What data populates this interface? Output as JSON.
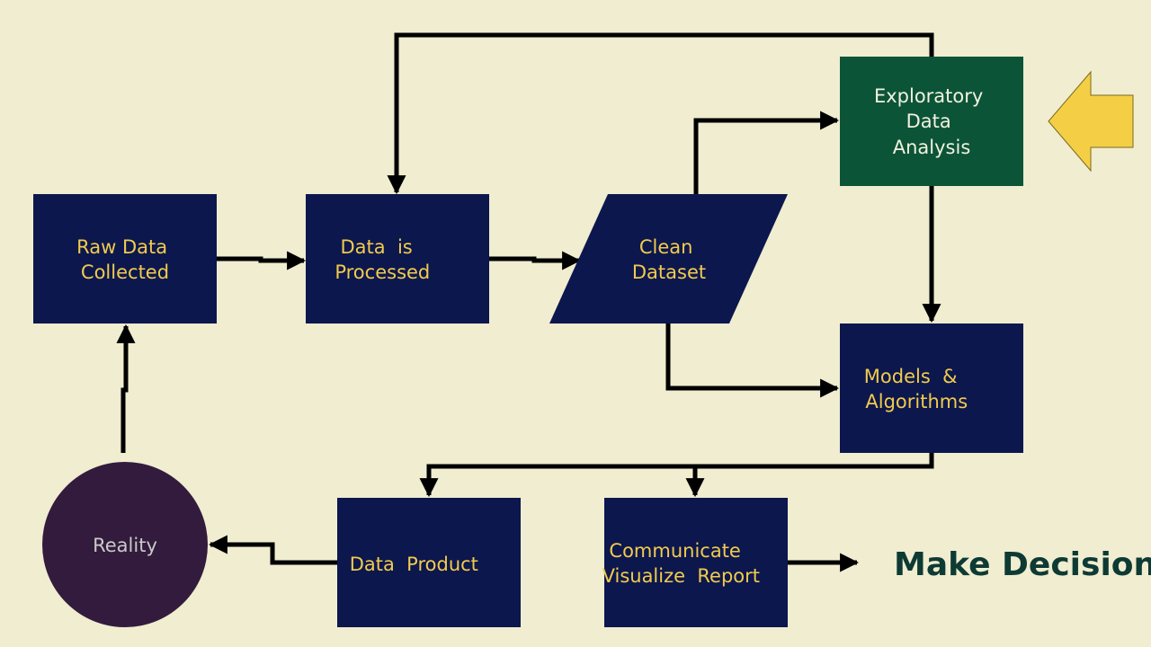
{
  "colors": {
    "background": "#f0edd0",
    "box_fill": "#0c174e",
    "box_text": "#f2cb4c",
    "eda_fill": "#0c5438",
    "eda_text": "#f2f2e0",
    "reality_fill": "#331b3d",
    "reality_text": "#c9c9c9",
    "arrow": "#000000",
    "pointer_fill": "#f4cf45",
    "decision_text": "#0e3a34"
  },
  "nodes": {
    "raw_data": {
      "line1": "Raw Data",
      "line2": "Collected"
    },
    "processed": {
      "line1": "Data  is",
      "line2": "Processed"
    },
    "clean_dataset": {
      "line1": "Clean",
      "line2": "Dataset"
    },
    "eda": {
      "line1": "Exploratory",
      "line2": "Data",
      "line3": "Analysis"
    },
    "models": {
      "line1": "Models  &",
      "line2": "Algorithms"
    },
    "data_product": {
      "label": "Data  Product"
    },
    "communicate": {
      "line1": "Communicate",
      "line2": "Visualize  Report"
    },
    "reality": {
      "label": "Reality"
    }
  },
  "decision": {
    "label": "Make Decisions"
  },
  "pointer_icon": "left-arrow-pointer"
}
